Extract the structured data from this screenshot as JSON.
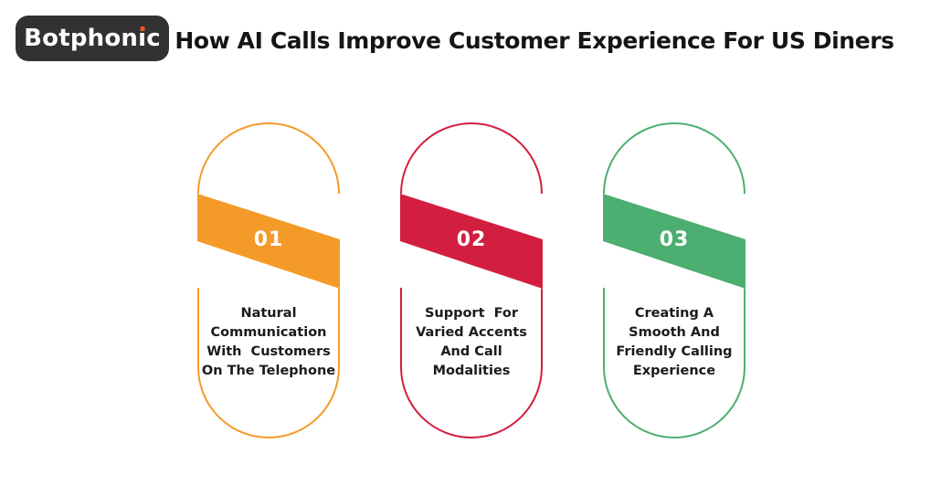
{
  "logo": {
    "brand": "Botphonic",
    "parts": {
      "pre": "Botphon",
      "i_dotless": "ı",
      "post": "c"
    },
    "bg_color": "#323232",
    "dot_color": "#F0561F"
  },
  "header": {
    "title": "How AI Calls Improve Customer Experience For US Diners"
  },
  "cards": {
    "items": [
      {
        "number": "01",
        "color": "#F49A29",
        "lines": "Natural\nCommunication\nWith  Customers\nOn The Telephone"
      },
      {
        "number": "02",
        "color": "#D21E3F",
        "lines": "Support  For\nVaried Accents\nAnd Call\nModalities"
      },
      {
        "number": "03",
        "color": "#4CAE71",
        "lines": "Creating A\nSmooth And\nFriendly Calling\nExperience"
      }
    ]
  }
}
